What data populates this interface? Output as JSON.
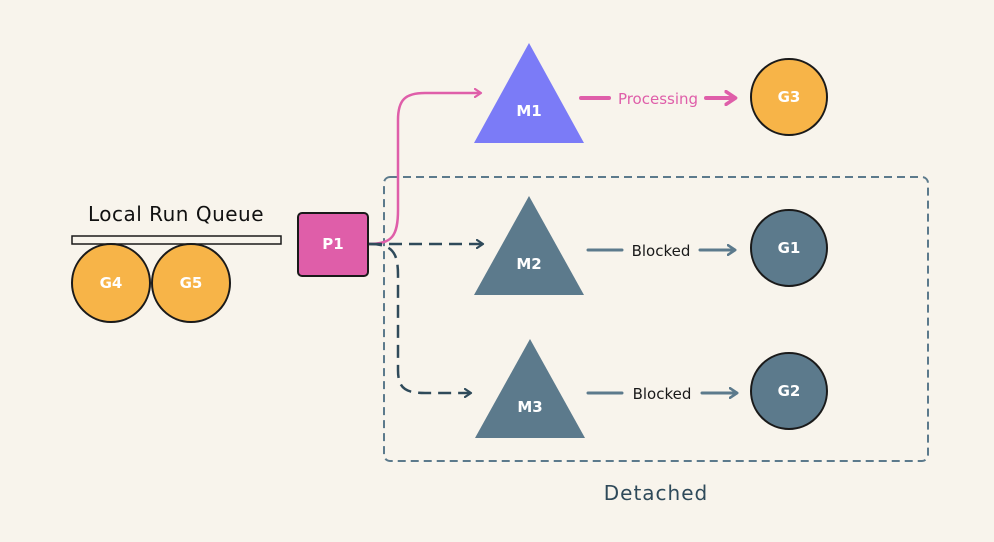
{
  "queue": {
    "title": "Local Run Queue",
    "goroutines": [
      {
        "label": "G4",
        "color": "#f7b448"
      },
      {
        "label": "G5",
        "color": "#f7b448"
      }
    ]
  },
  "processor": {
    "label": "P1",
    "color": "#df5ea9"
  },
  "threads": [
    {
      "label": "M1",
      "color": "#7b7bf7",
      "edge_label": "Processing",
      "edge_color": "#df5ea9",
      "goroutine": {
        "label": "G3",
        "color": "#f7b448"
      }
    },
    {
      "label": "M2",
      "color": "#5c7a8c",
      "edge_label": "Blocked",
      "edge_color": "#5c7a8c",
      "goroutine": {
        "label": "G1",
        "color": "#5c7a8c"
      }
    },
    {
      "label": "M3",
      "color": "#5c7a8c",
      "edge_label": "Blocked",
      "edge_color": "#5c7a8c",
      "goroutine": {
        "label": "G2",
        "color": "#5c7a8c"
      }
    }
  ],
  "detached_group": {
    "label": "Detached",
    "color": "#5c7a8c"
  },
  "colors": {
    "dark_connector": "#2f4a5a",
    "outline": "#1a1a1a",
    "background": "#f8f4ec"
  }
}
